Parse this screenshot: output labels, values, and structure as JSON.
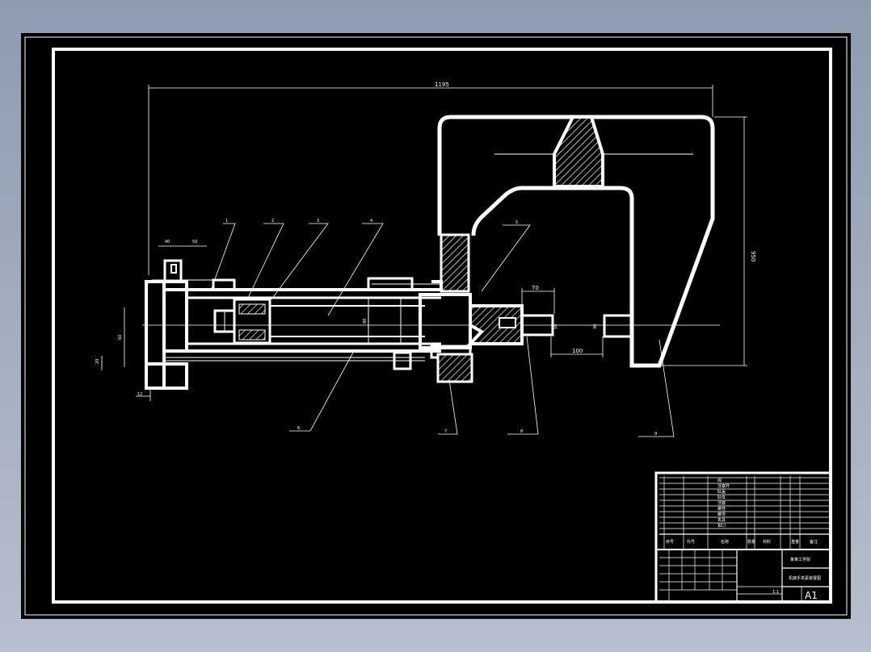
{
  "colors": {
    "background": "#8e9bb0",
    "sheet": "#000000",
    "line": "#ffffff"
  },
  "drawing": {
    "overall_dim": "1195",
    "height_dim": "950",
    "jaw_gap_dim": "100",
    "rod_dim": "70",
    "part_labels": [
      "1",
      "2",
      "3",
      "4",
      "5",
      "6",
      "7",
      "8",
      "9"
    ],
    "small_dims": [
      "12",
      "16",
      "20",
      "30",
      "40",
      "50",
      "60",
      "80"
    ]
  },
  "title_block": {
    "part_list": [
      "阀",
      "活塞杆",
      "缸盖",
      "缸体",
      "活塞",
      "螺栓",
      "螺母",
      "夹具",
      "钳口"
    ],
    "header": [
      "序号",
      "代号",
      "名称",
      "数量",
      "材料",
      "重量",
      "备注"
    ],
    "school": "某某工学院",
    "drawing_name": "机械手夹紧装置图",
    "scale": "1:1",
    "sheet_size": "A1"
  }
}
